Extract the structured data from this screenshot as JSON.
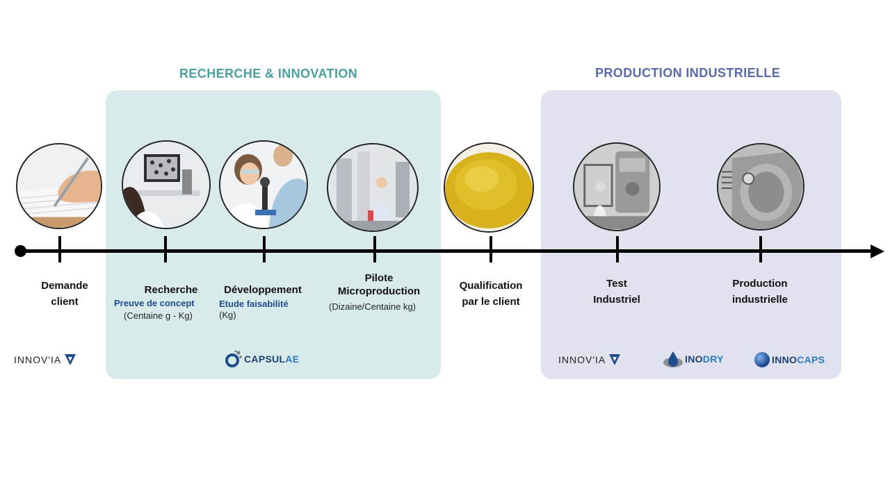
{
  "sections": {
    "research": {
      "title": "RECHERCHE & INNOVATION"
    },
    "production": {
      "title": "PRODUCTION INDUSTRIELLE"
    }
  },
  "steps": [
    {
      "label1": "Demande",
      "label2": "client"
    },
    {
      "label1": "Recherche",
      "sub1": "Preuve de concept",
      "sub2": "(Centaine g - Kg)"
    },
    {
      "label1": "Développement",
      "sub1": "Etude faisabilité",
      "sub2": "(Kg)"
    },
    {
      "label1": "Pilote",
      "label2": "Microproduction",
      "sub1": "(Dizaine/Centaine kg)"
    },
    {
      "label1": "Qualification",
      "label2": "par le client"
    },
    {
      "label1": "Test",
      "label2": "Industriel"
    },
    {
      "label1": "Production",
      "label2": "industrielle"
    }
  ],
  "logos": {
    "innovia_left": {
      "text": "INNOV'IA"
    },
    "capsulae": {
      "text_a": "CAPSUL",
      "text_b": "AE"
    },
    "innovia_right": {
      "text": "INNOV'IA"
    },
    "inodry": {
      "text_a": "INO",
      "text_b": "DRY"
    },
    "innocaps": {
      "text_a": "INNO",
      "text_b": "CAPS"
    }
  },
  "colors": {
    "research_panel": "#d8eaea",
    "production_panel": "#e0e3ef",
    "research_title": "#4a9fa0",
    "production_title": "#5a6aa8",
    "sub_blue": "#1f4d8c",
    "timeline": "#000000"
  },
  "icons": [
    "writing-hand-photo",
    "lab-microscope-photo",
    "scientist-microscope-photo",
    "pilot-plant-photo",
    "yellow-powder-photo",
    "industrial-equipment-photo",
    "industrial-dryer-photo"
  ]
}
